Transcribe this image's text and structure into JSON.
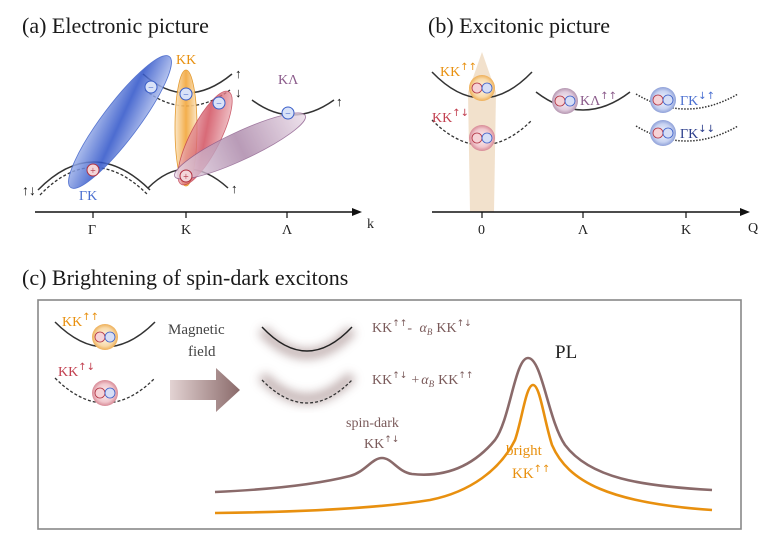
{
  "panel_a": {
    "title": "(a) Electronic picture",
    "axis": {
      "gamma": "Γ",
      "k_point": "K",
      "lambda": "Λ",
      "k_label": "k"
    },
    "labels": {
      "kk": "KK",
      "klambda": "KΛ",
      "gammak": "ΓK"
    }
  },
  "panel_b": {
    "title": "(b) Excitonic picture",
    "axis": {
      "zero": "0",
      "lambda": "Λ",
      "k_point": "K",
      "q_label": "Q"
    },
    "labels": {
      "kk_bright": "KK",
      "kk_dark": "KK",
      "klambda": "KΛ",
      "gk1": "ΓK",
      "gk2": "ΓK"
    }
  },
  "panel_c": {
    "title": "(c) Brightening of spin-dark excitons",
    "magnetic": [
      "Magnetic",
      "field"
    ],
    "kk_bright": "KK",
    "kk_dark": "KK",
    "mix_top": {
      "a": "KK",
      "b": "- ",
      "c": "KK"
    },
    "mix_bot": {
      "a": "KK",
      "b": "+",
      "c": "KK"
    },
    "alpha": "α",
    "alpha_sub": "B",
    "pl": "PL",
    "spin_dark": "spin-dark",
    "spin_dark_kk": "KK",
    "bright": "bright",
    "bright_kk": "KK"
  },
  "colors": {
    "orange": "#e8900f",
    "brown": "#8a6a6a",
    "blue": "#4a6fd0",
    "red": "#c24050",
    "purple": "#8a5a8a",
    "panel_border": "#888888"
  }
}
